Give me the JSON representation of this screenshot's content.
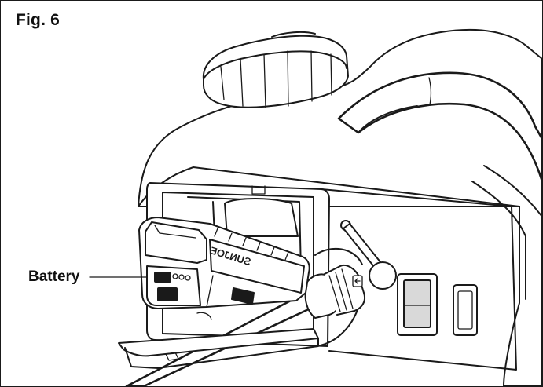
{
  "figure": {
    "title": "Fig. 6",
    "callout_label": "Battery",
    "battery_brand_text": "SUNJOE",
    "colors": {
      "line": "#1a1a1a",
      "background": "#ffffff"
    }
  }
}
